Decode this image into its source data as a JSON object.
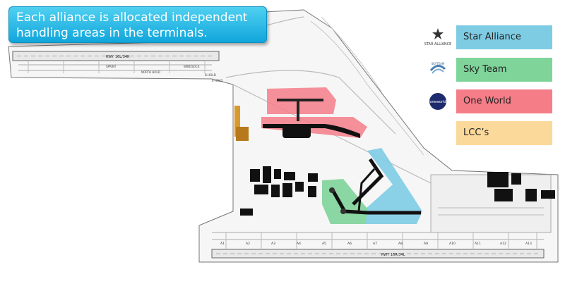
{
  "banner": {
    "line1": "Each alliance is allocated independent",
    "line2": "handling areas in the terminals."
  },
  "legend": [
    {
      "label": "Star Alliance",
      "color": "#7ecce4",
      "logo": "star-alliance-logo",
      "logo_text": "STAR ALLIANCE"
    },
    {
      "label": "Sky Team",
      "color": "#7fd49a",
      "logo": "skyteam-logo",
      "logo_text": "SKYTEAM"
    },
    {
      "label": "One World",
      "color": "#f57d88",
      "logo": "oneworld-logo",
      "logo_text": "oneworld"
    },
    {
      "label": "LCC’s",
      "color": "#fbd99a",
      "logo": "",
      "logo_text": ""
    }
  ],
  "map": {
    "runway_north": "RWY 16L/34R",
    "runway_south": "RWY 16R/34L",
    "labels": [
      "A1",
      "A2",
      "A3",
      "A4",
      "A5",
      "A6",
      "A7",
      "A8",
      "A9",
      "A10",
      "A11",
      "A12",
      "A13"
    ],
    "small_labels": [
      "SPRINT",
      "B-HOLD",
      "NORTH HOLD",
      "WINDSOCK",
      "E-HOLD"
    ]
  },
  "colors": {
    "banner_top": "#4fd0f0",
    "banner_bottom": "#12a6dc",
    "star": "#7ecce4",
    "sky": "#7fd49a",
    "one": "#f57d88",
    "lcc": "#fbd99a",
    "lcc_zone": "#d89a2e"
  }
}
